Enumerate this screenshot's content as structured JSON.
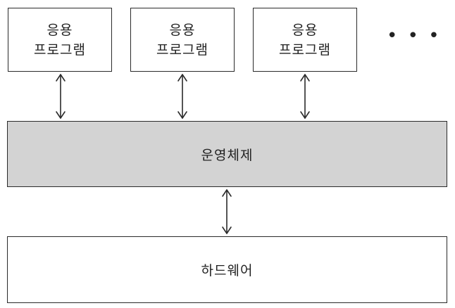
{
  "applications": [
    {
      "line1": "응용",
      "line2": "프로그램"
    },
    {
      "line1": "응용",
      "line2": "프로그램"
    },
    {
      "line1": "응용",
      "line2": "프로그램"
    }
  ],
  "ellipsis": "• • •",
  "operating_system": {
    "label": "운영체제",
    "fill_color": "#d3d3d3"
  },
  "hardware": {
    "label": "하드웨어"
  }
}
